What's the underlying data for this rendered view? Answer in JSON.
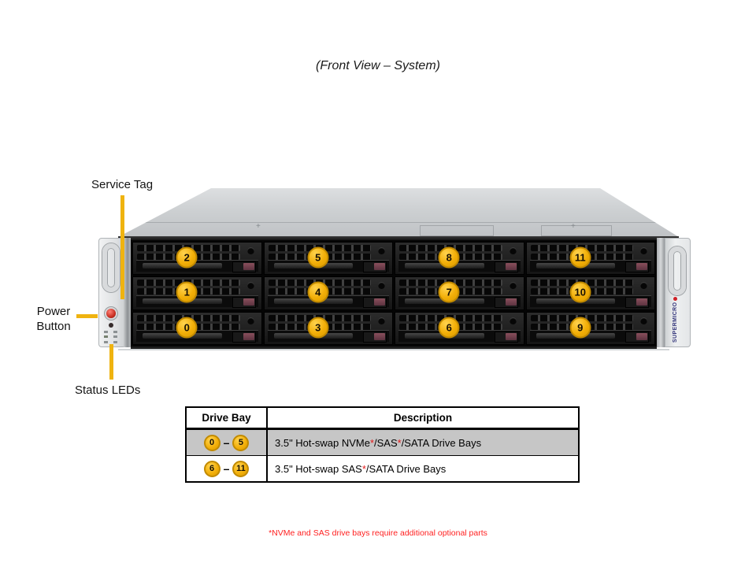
{
  "title": "(Front View – System)",
  "callouts": {
    "service_tag": "Service Tag",
    "power_line1": "Power",
    "power_line2": "Button",
    "status_leds": "Status LEDs"
  },
  "chassis": {
    "brand": "SUPERMICRO",
    "bay_rows": [
      [
        "2",
        "5",
        "8",
        "11"
      ],
      [
        "1",
        "4",
        "7",
        "10"
      ],
      [
        "0",
        "3",
        "6",
        "9"
      ]
    ]
  },
  "table": {
    "headers": [
      "Drive Bay",
      "Description"
    ],
    "dash": "–",
    "rows": [
      {
        "badge_start": "0",
        "badge_end": "5",
        "shaded": true,
        "description": [
          {
            "text": "3.5\" Hot-swap NVMe"
          },
          {
            "text": "*",
            "red": true
          },
          {
            "text": "/SAS"
          },
          {
            "text": "*",
            "red": true
          },
          {
            "text": "/SATA Drive Bays"
          }
        ]
      },
      {
        "badge_start": "6",
        "badge_end": "11",
        "shaded": false,
        "description": [
          {
            "text": "3.5\" Hot-swap SAS"
          },
          {
            "text": "*",
            "red": true
          },
          {
            "text": "/SATA Drive Bays"
          }
        ]
      }
    ]
  },
  "footnote": "*NVMe and SAS drive bays require additional optional parts",
  "colors": {
    "badge_fill": "#F2AE07",
    "badge_ring": "#C18A00",
    "pointer_yellow": "#EFB310",
    "shaded_row": "#C6C6C6",
    "footnote_red": "#FF1F1F"
  }
}
